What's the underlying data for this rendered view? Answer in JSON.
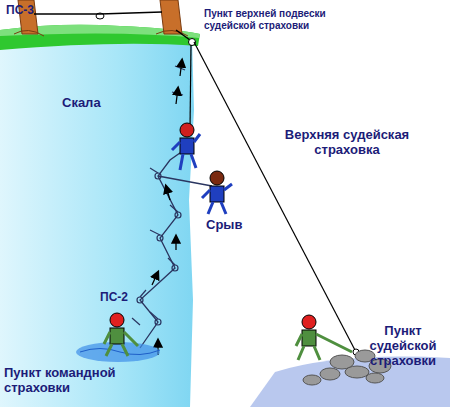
{
  "diagram": {
    "labels": [
      "ПС-3",
      "Пункт верхней подвески судейской страховки",
      "Скала",
      "Верхняя судейская страховка",
      "Срыв",
      "ПС-2",
      "Пункт судейской страховки",
      "Пункт командной страховки"
    ]
  }
}
